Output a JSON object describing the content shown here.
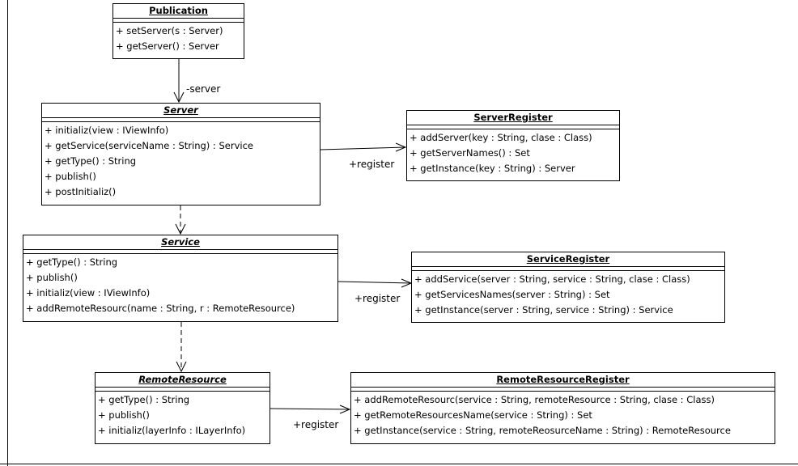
{
  "classes": {
    "publication": {
      "name": "Publication",
      "operations": [
        "+ setServer(s : Server)",
        "+ getServer() : Server"
      ]
    },
    "server": {
      "name": "Server",
      "operations": [
        "+ initializ(view : IViewInfo)",
        "+ getService(serviceName : String) : Service",
        "+ getType() : String",
        "+ publish()",
        "+ postInitializ()"
      ]
    },
    "server_register": {
      "name": "ServerRegister",
      "operations": [
        "+ addServer(key : String, clase : Class)",
        "+ getServerNames() : Set",
        "+ getInstance(key : String) : Server"
      ]
    },
    "service": {
      "name": "Service",
      "operations": [
        "+ getType() : String",
        "+ publish()",
        "+ initializ(view : IViewInfo)",
        "+ addRemoteResourc(name : String, r : RemoteResource)"
      ]
    },
    "service_register": {
      "name": "ServiceRegister",
      "operations": [
        "+ addService(server : String, service : String, clase : Class)",
        "+ getServicesNames(server : String) : Set",
        "+ getInstance(server : String, service : String) : Service"
      ]
    },
    "remote_resource": {
      "name": "RemoteResource",
      "operations": [
        "+ getType() : String",
        "+ publish()",
        "+ initializ(layerInfo : ILayerInfo)"
      ]
    },
    "remote_resource_register": {
      "name": "RemoteResourceRegister",
      "operations": [
        "+ addRemoteResourc(service : String, remoteResource : String, clase : Class)",
        "+ getRemoteResourcesName(service : String) : Set",
        "+ getInstance(service : String, remoteReosurceName : String) : RemoteResource"
      ]
    }
  },
  "edge_labels": {
    "server_role": "-server",
    "register_server": "+register",
    "register_service": "+register",
    "register_remote_resource": "+register"
  }
}
